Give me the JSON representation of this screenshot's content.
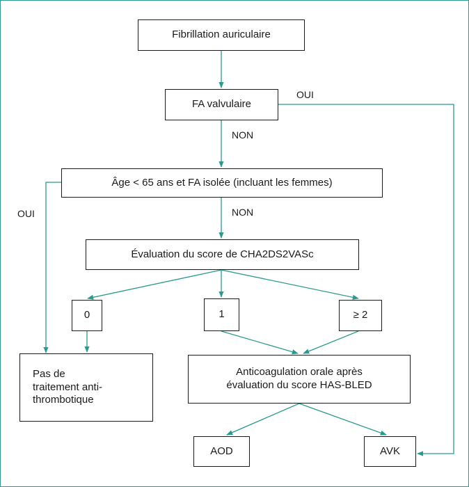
{
  "colors": {
    "arrow": "#2a9a8e",
    "box_border": "#1a1a1a",
    "frame": "#2a9a8e"
  },
  "nodes": {
    "fa": "Fibrillation auriculaire",
    "valv": "FA valvulaire",
    "age": "Âge < 65 ans et FA isolée (incluant les femmes)",
    "score": "Évaluation du score de CHA2DS2VASc",
    "s0": "0",
    "s1": "1",
    "s2": "≥ 2",
    "pas": "Pas de\ntraitement anti-\nthrombotique",
    "anticoag": "Anticoagulation orale après\névaluation du score HAS-BLED",
    "aod": "AOD",
    "avk": "AVK"
  },
  "edge_labels": {
    "valv_oui": "OUI",
    "valv_non": "NON",
    "age_oui": "OUI",
    "age_non": "NON"
  }
}
